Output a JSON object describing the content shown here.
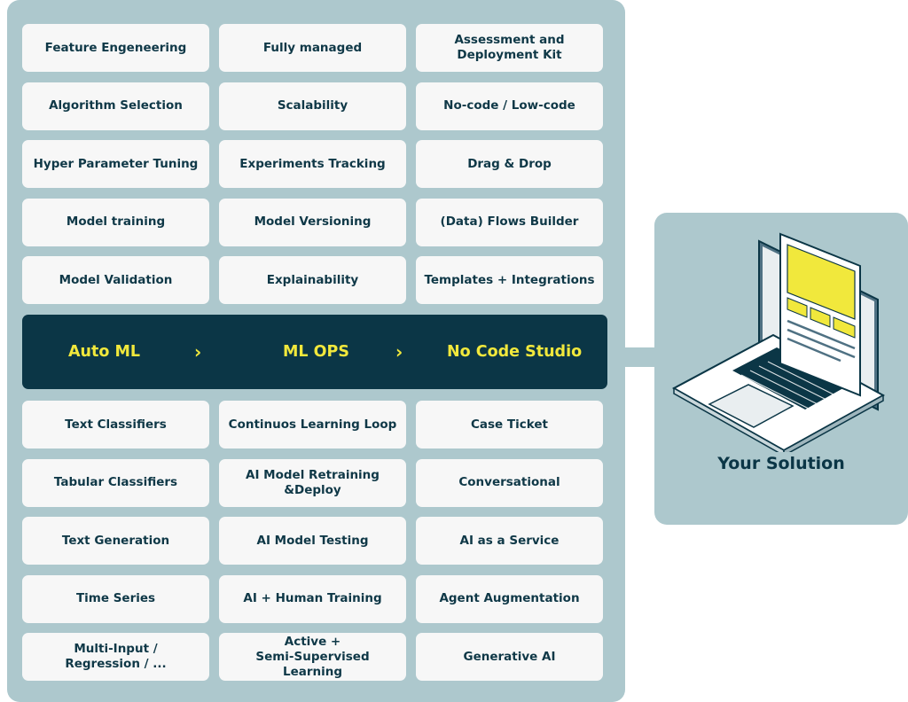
{
  "features_top": [
    "Feature Engeneering",
    "Fully managed",
    "Assessment and\nDeployment Kit",
    "Algorithm Selection",
    "Scalability",
    "No-code / Low-code",
    "Hyper Parameter Tuning",
    "Experiments Tracking",
    "Drag & Drop",
    "Model training",
    "Model Versioning",
    "(Data) Flows Builder",
    "Model Validation",
    "Explainability",
    "Templates + Integrations"
  ],
  "band": {
    "stage1": "Auto ML",
    "arrow1": "›",
    "stage2": "ML OPS",
    "arrow2": "›",
    "stage3": "No Code Studio"
  },
  "features_bottom": [
    "Text Classifiers",
    "Continuos Learning Loop",
    "Case Ticket",
    "Tabular Classifiers",
    "AI Model Retraining\n&Deploy",
    "Conversational",
    "Text Generation",
    "AI Model Testing",
    "AI as a Service",
    "Time Series",
    "AI + Human Training",
    "Agent Augmentation",
    "Multi-Input /\nRegression / ...",
    "Active +\nSemi-Supervised\nLearning",
    "Generative AI"
  ],
  "solution_label": "Your Solution",
  "colors": {
    "panel": "#adc8cd",
    "band": "#0b3646",
    "accent": "#f1e83c",
    "card": "#f7f7f7",
    "text": "#0f3847"
  },
  "icons": {
    "solution": "laptop-icon"
  }
}
